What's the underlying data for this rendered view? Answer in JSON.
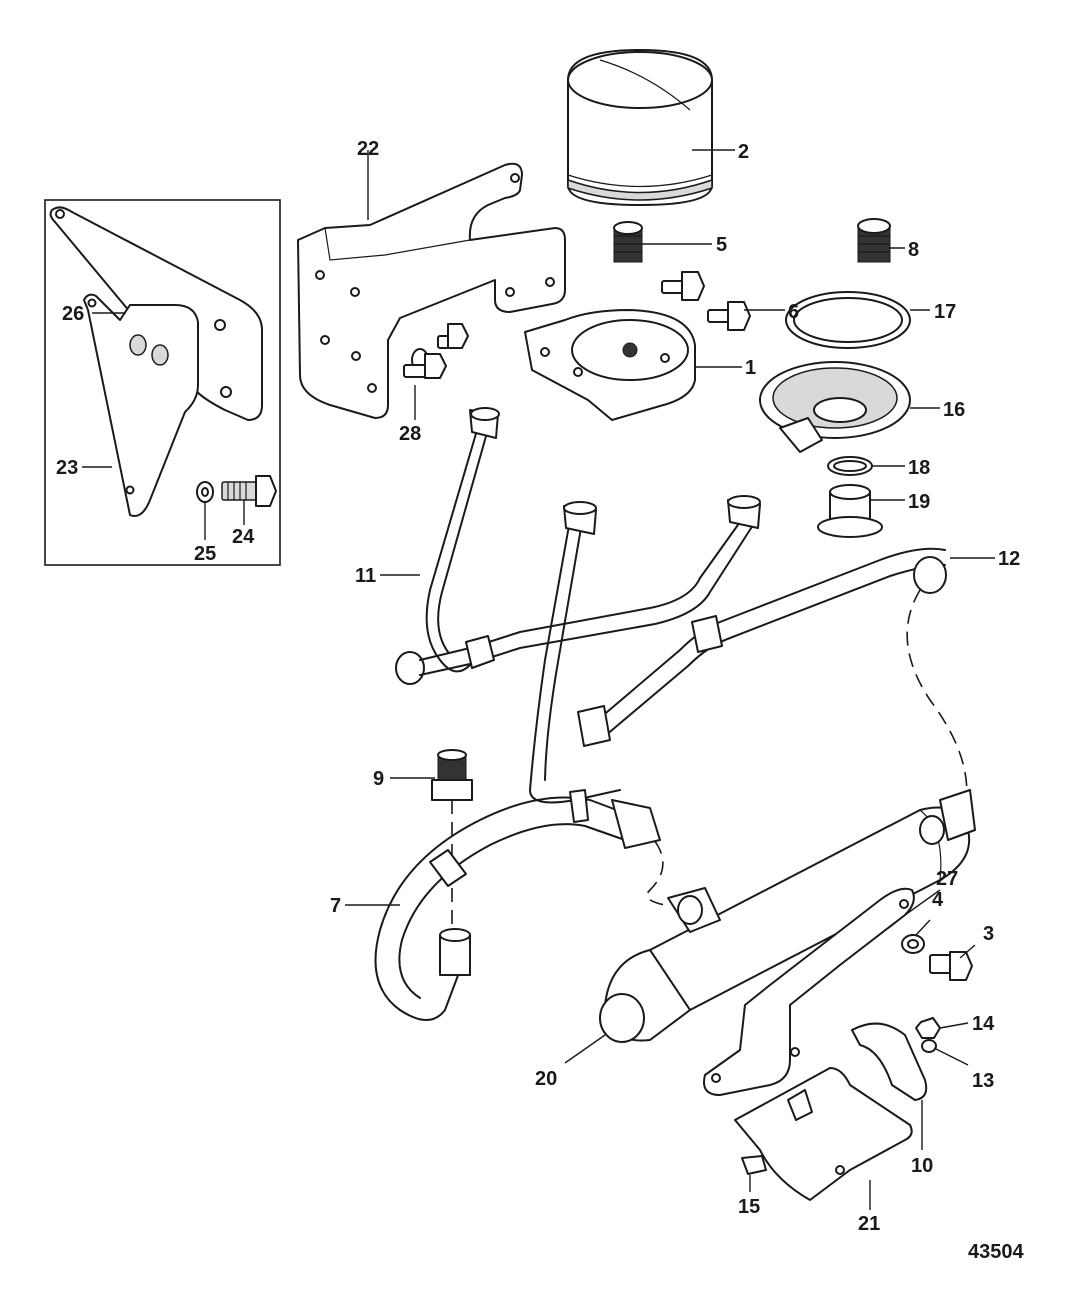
{
  "figure_id": "43504",
  "callouts": [
    "1",
    "2",
    "3",
    "4",
    "5",
    "6",
    "7",
    "8",
    "9",
    "10",
    "11",
    "12",
    "13",
    "14",
    "15",
    "16",
    "17",
    "18",
    "19",
    "20",
    "21",
    "22",
    "23",
    "24",
    "25",
    "26",
    "27",
    "28"
  ],
  "parts": [
    {
      "callout": "1",
      "icon": "filter-adapter-bracket-icon"
    },
    {
      "callout": "2",
      "icon": "oil-filter-icon"
    },
    {
      "callout": "3",
      "icon": "bolt-icon"
    },
    {
      "callout": "4",
      "icon": "washer-icon"
    },
    {
      "callout": "5",
      "icon": "threaded-nipple-icon"
    },
    {
      "callout": "6",
      "icon": "flange-screw-icon"
    },
    {
      "callout": "7",
      "icon": "hose-icon"
    },
    {
      "callout": "8",
      "icon": "threaded-nipple-icon"
    },
    {
      "callout": "9",
      "icon": "fitting-icon"
    },
    {
      "callout": "10",
      "icon": "clamp-icon"
    },
    {
      "callout": "11",
      "icon": "oil-line-icon"
    },
    {
      "callout": "12",
      "icon": "oil-line-icon"
    },
    {
      "callout": "13",
      "icon": "washer-icon"
    },
    {
      "callout": "14",
      "icon": "nut-icon"
    },
    {
      "callout": "15",
      "icon": "screw-icon"
    },
    {
      "callout": "16",
      "icon": "adapter-icon"
    },
    {
      "callout": "17",
      "icon": "seal-ring-icon"
    },
    {
      "callout": "18",
      "icon": "o-ring-icon"
    },
    {
      "callout": "19",
      "icon": "bushing-icon"
    },
    {
      "callout": "20",
      "icon": "end-cap-icon"
    },
    {
      "callout": "21",
      "icon": "clamp-icon"
    },
    {
      "callout": "22",
      "icon": "mounting-bracket-icon"
    },
    {
      "callout": "23",
      "icon": "plate-icon"
    },
    {
      "callout": "24",
      "icon": "bolt-icon"
    },
    {
      "callout": "25",
      "icon": "washer-icon"
    },
    {
      "callout": "26",
      "icon": "bracket-plate-icon"
    },
    {
      "callout": "27",
      "icon": "bracket-icon"
    },
    {
      "callout": "28",
      "icon": "flange-screw-icon"
    }
  ],
  "colors": {
    "line": "#1a1a1a",
    "shade": "#d9d9d9",
    "background": "#ffffff"
  }
}
